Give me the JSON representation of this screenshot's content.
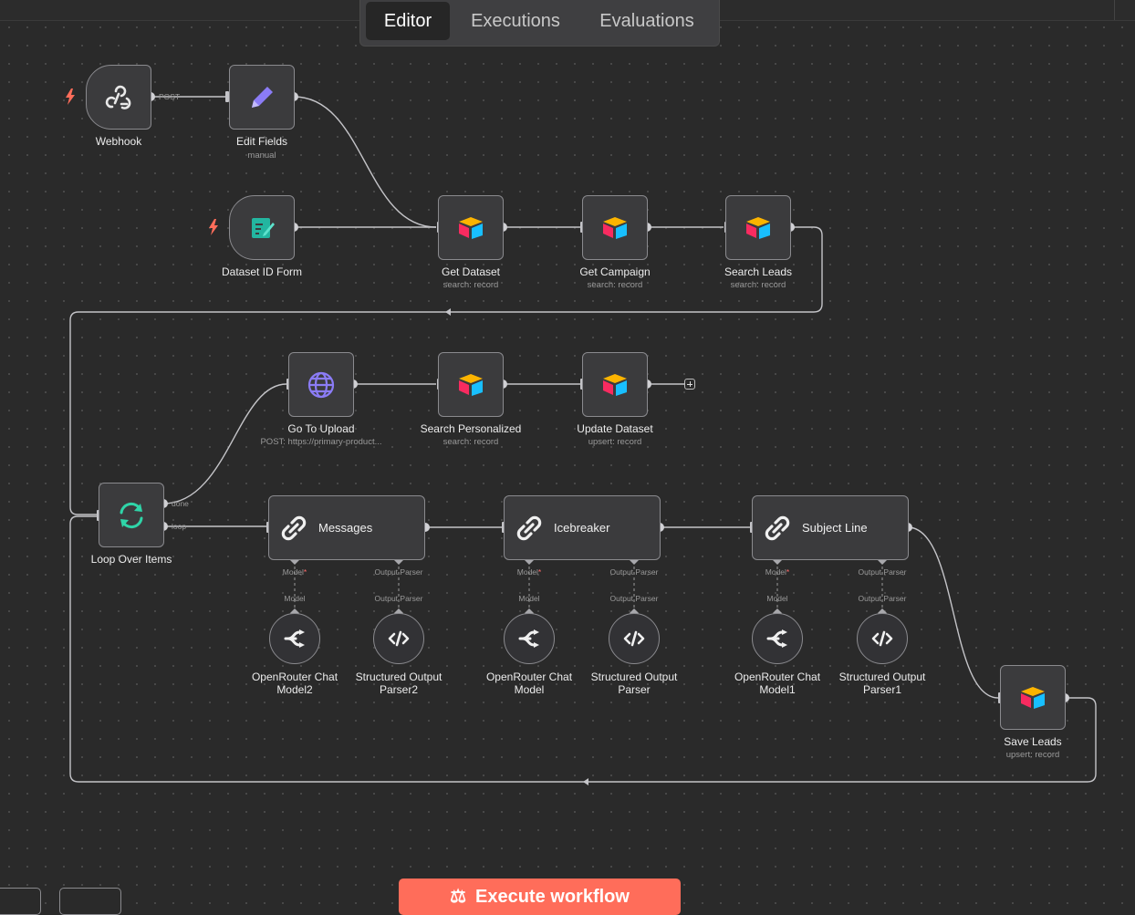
{
  "tabs": [
    {
      "label": "Editor",
      "active": true
    },
    {
      "label": "Executions",
      "active": false
    },
    {
      "label": "Evaluations",
      "active": false
    }
  ],
  "nodes": {
    "webhook": {
      "title": "Webhook",
      "icon": "webhook-icon"
    },
    "edit_fields": {
      "title": "Edit Fields",
      "subtitle": "manual",
      "icon": "pencil-icon"
    },
    "dataset_form": {
      "title": "Dataset ID Form",
      "icon": "form-icon"
    },
    "get_dataset": {
      "title": "Get Dataset",
      "subtitle": "search: record",
      "icon": "airtable-icon"
    },
    "get_campaign": {
      "title": "Get Campaign",
      "subtitle": "search: record",
      "icon": "airtable-icon"
    },
    "search_leads": {
      "title": "Search Leads",
      "subtitle": "search: record",
      "icon": "airtable-icon"
    },
    "go_to_upload": {
      "title": "Go To Upload",
      "subtitle": "POST: https://primary-product...",
      "icon": "globe-icon"
    },
    "search_personalized": {
      "title": "Search Personalized",
      "subtitle": "search: record",
      "icon": "airtable-icon"
    },
    "update_dataset": {
      "title": "Update Dataset",
      "subtitle": "upsert: record",
      "icon": "airtable-icon"
    },
    "loop": {
      "title": "Loop Over Items",
      "icon": "loop-icon"
    },
    "messages": {
      "title": "Messages",
      "icon": "chain-link-icon"
    },
    "icebreaker": {
      "title": "Icebreaker",
      "icon": "chain-link-icon"
    },
    "subject_line": {
      "title": "Subject Line",
      "icon": "chain-link-icon"
    },
    "or_model2": {
      "title": "OpenRouter Chat\nModel2",
      "icon": "openrouter-icon"
    },
    "parser2": {
      "title": "Structured Output\nParser2",
      "icon": "code-icon"
    },
    "or_model": {
      "title": "OpenRouter Chat\nModel",
      "icon": "openrouter-icon"
    },
    "parser": {
      "title": "Structured Output\nParser",
      "icon": "code-icon"
    },
    "or_model1": {
      "title": "OpenRouter Chat\nModel1",
      "icon": "openrouter-icon"
    },
    "parser1": {
      "title": "Structured Output\nParser1",
      "icon": "code-icon"
    },
    "save_leads": {
      "title": "Save Leads",
      "subtitle": "upsert: record",
      "icon": "airtable-icon"
    }
  },
  "ports": {
    "post": "POST",
    "done": "done",
    "loop": "loop",
    "model": "Model",
    "model_required": "*",
    "output_parser": "Output Parser"
  },
  "execute_button": {
    "label": "Execute workflow",
    "icon": "flask-icon"
  },
  "colors": {
    "canvas": "#2a2a2a",
    "node_fill": "#3b3b3d",
    "node_border": "#8a8a8e",
    "wire": "#c4c4c8",
    "accent": "#ff6d5a",
    "trigger_bolt": "#ff6d5a"
  }
}
